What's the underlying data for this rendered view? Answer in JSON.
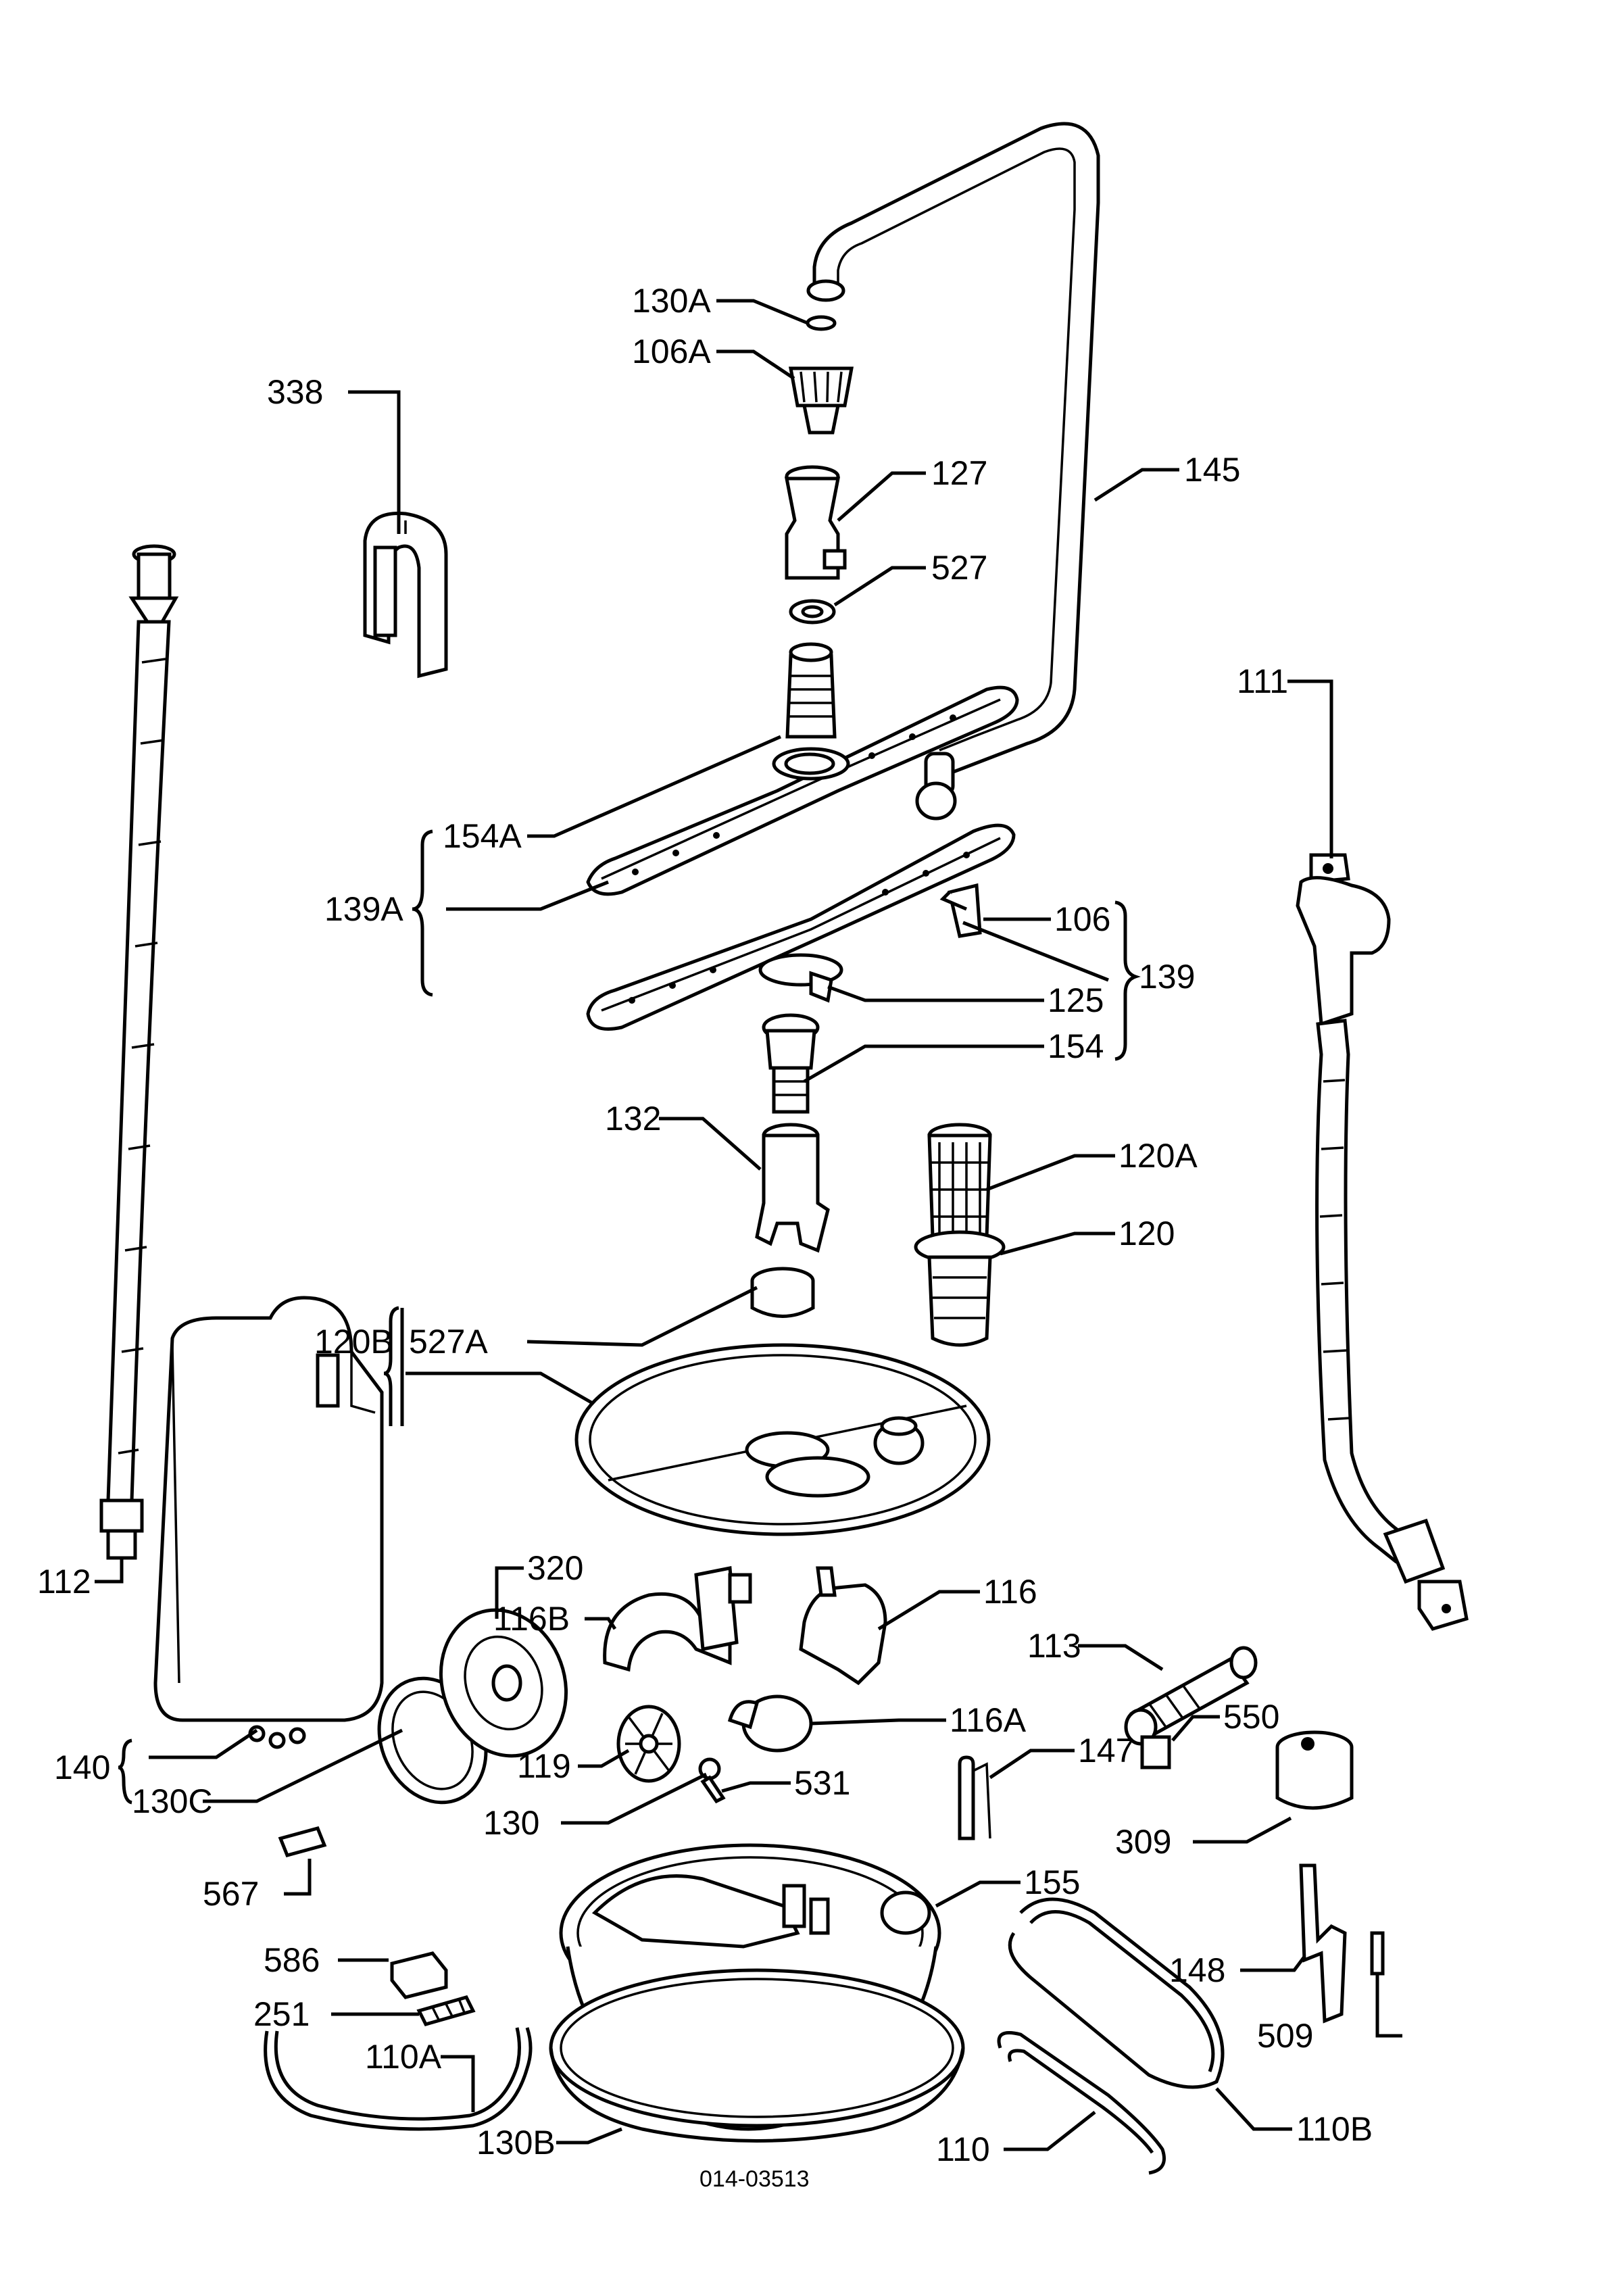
{
  "diagram": {
    "labels": {
      "p130A": "130A",
      "p106A": "106A",
      "p338": "338",
      "p127": "127",
      "p145": "145",
      "p527": "527",
      "p111": "111",
      "p154A": "154A",
      "p139A": "139A",
      "p106": "106",
      "p139": "139",
      "p125": "125",
      "p154": "154",
      "p132": "132",
      "p120A": "120A",
      "p120": "120",
      "p120B": "120B",
      "p527A": "527A",
      "p112": "112",
      "p320": "320",
      "p116B": "116B",
      "p116": "116",
      "p113": "113",
      "p116A": "116A",
      "p550": "550",
      "p140": "140",
      "p119": "119",
      "p147": "147",
      "p531": "531",
      "p130C": "130C",
      "p130": "130",
      "p309": "309",
      "p567": "567",
      "p155": "155",
      "p586": "586",
      "p148": "148",
      "p251": "251",
      "p509": "509",
      "p110A": "110A",
      "p110B": "110B",
      "p130B": "130B",
      "p110": "110"
    },
    "drawing_code": "014-03513"
  }
}
